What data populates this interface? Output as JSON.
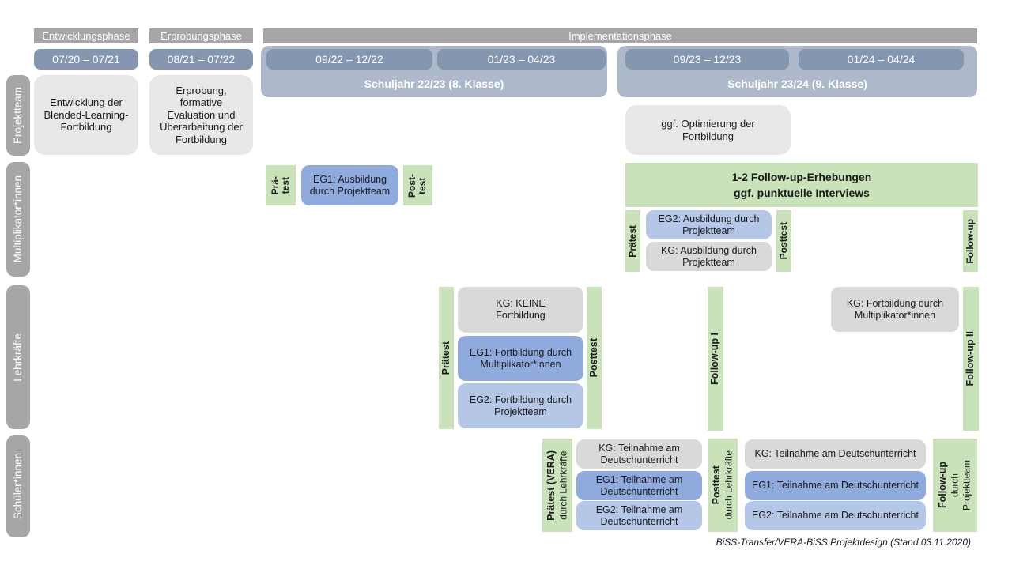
{
  "header": {
    "phase_development": "Entwicklungsphase",
    "phase_testing": "Erprobungsphase",
    "phase_implementation": "Implementationsphase",
    "dates": {
      "d1": "07/20 – 07/21",
      "d2": "08/21 – 07/22",
      "d3": "09/22 – 12/22",
      "d4": "01/23 – 04/23",
      "d5": "09/23 – 12/23",
      "d6": "01/24 – 04/24"
    },
    "school_year_1": "Schuljahr 22/23 (8. Klasse)",
    "school_year_2": "Schuljahr 23/24 (9. Klasse)"
  },
  "rows": {
    "projektteam": {
      "label": "Projektteam",
      "development_box": "Entwicklung der Blended-Learning-Fortbildung",
      "testing_box": "Erprobung, formative Evaluation und Überarbeitung der Fortbildung",
      "optimization_box": "ggf. Optimierung der Fortbildung"
    },
    "multiplikatoren": {
      "label": "Multiplikator*innen",
      "pretest_1": "Prä-\ntest",
      "eg1_training": "EG1: Ausbildung durch Projektteam",
      "posttest_1": "Post-\ntest",
      "followup_box": "1-2 Follow-up-Erhebungen\nggf. punktuelle Interviews",
      "pretest_2": "Prätest",
      "eg2_training": "EG2: Ausbildung durch Projektteam",
      "kg_training": "KG: Ausbildung durch Projektteam",
      "posttest_2": "Posttest",
      "followup_bar": "Follow-up"
    },
    "lehrkraefte": {
      "label": "Lehrkräfte",
      "pretest": "Prätest",
      "kg_box": "KG: KEINE Fortbildung",
      "eg1_box": "EG1: Fortbildung durch Multiplikator*innen",
      "eg2_box": "EG2: Fortbildung durch Projektteam",
      "posttest": "Posttest",
      "followup_1": "Follow-up I",
      "kg_followup_box": "KG: Fortbildung durch Multiplikator*innen",
      "followup_2": "Follow-up II"
    },
    "schueler": {
      "label": "Schüler*innen",
      "pretest_title": "Prätest (VERA)",
      "pretest_sub": "durch Lehrkräfte",
      "kg_1": "KG: Teilnahme am Deutschunterricht",
      "eg1_1": "EG1: Teilnahme am Deutschunterricht",
      "eg2_1": "EG2: Teilnahme am Deutschunterricht",
      "posttest_title": "Posttest",
      "posttest_sub": "durch Lehrkräfte",
      "kg_2": "KG: Teilnahme am Deutschunterricht",
      "eg1_2": "EG1: Teilnahme am Deutschunterricht",
      "eg2_2": "EG2: Teilnahme am Deutschunterricht",
      "followup_title": "Follow-up",
      "followup_sub": "durch\nProjektteam"
    }
  },
  "footer": {
    "caption": "BiSS-Transfer/VERA-BiSS Projektdesign (Stand 03.11.2020)"
  },
  "colors": {
    "phase_gray": "#a6a6a6",
    "date_blue": "#8496b0",
    "schoolyear_blue": "#adb9ca",
    "eg1_blue": "#8faadc",
    "eg2_blue": "#b4c7e7",
    "kg_gray": "#d9d9d9",
    "activity_gray": "#e8e8e8",
    "measurement_green": "#c9e2ba"
  }
}
